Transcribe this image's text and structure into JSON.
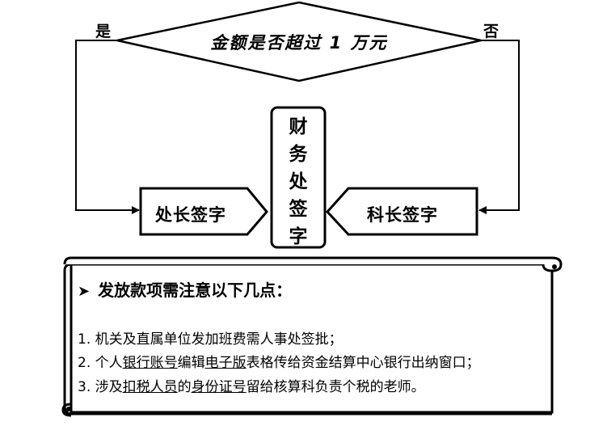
{
  "decision": {
    "question": "金额是否超过 1 万元",
    "yes": "是",
    "no": "否"
  },
  "left_box": {
    "label": "处长签字"
  },
  "center_box": {
    "chars": [
      "财",
      "务",
      "处",
      "签",
      "字"
    ]
  },
  "right_box": {
    "label": "科长签字"
  },
  "notes": {
    "title": "发放款项需注意以下几点：",
    "items": [
      {
        "num": "1. ",
        "parts": [
          {
            "text": "机关及直属单位发加班费需人事处签批；",
            "u": false
          }
        ]
      },
      {
        "num": "2. ",
        "parts": [
          {
            "text": "个人",
            "u": false
          },
          {
            "text": "银行账号",
            "u": true
          },
          {
            "text": "编辑",
            "u": false
          },
          {
            "text": "电子版",
            "u": true
          },
          {
            "text": "表格传给资金结算中心银行出纳窗口；",
            "u": false
          }
        ]
      },
      {
        "num": "3. ",
        "parts": [
          {
            "text": "涉及",
            "u": false
          },
          {
            "text": "扣税人员",
            "u": true
          },
          {
            "text": "的",
            "u": false
          },
          {
            "text": "身份证号",
            "u": true
          },
          {
            "text": "留给核算科负责个税的老师。",
            "u": false
          }
        ]
      }
    ]
  }
}
